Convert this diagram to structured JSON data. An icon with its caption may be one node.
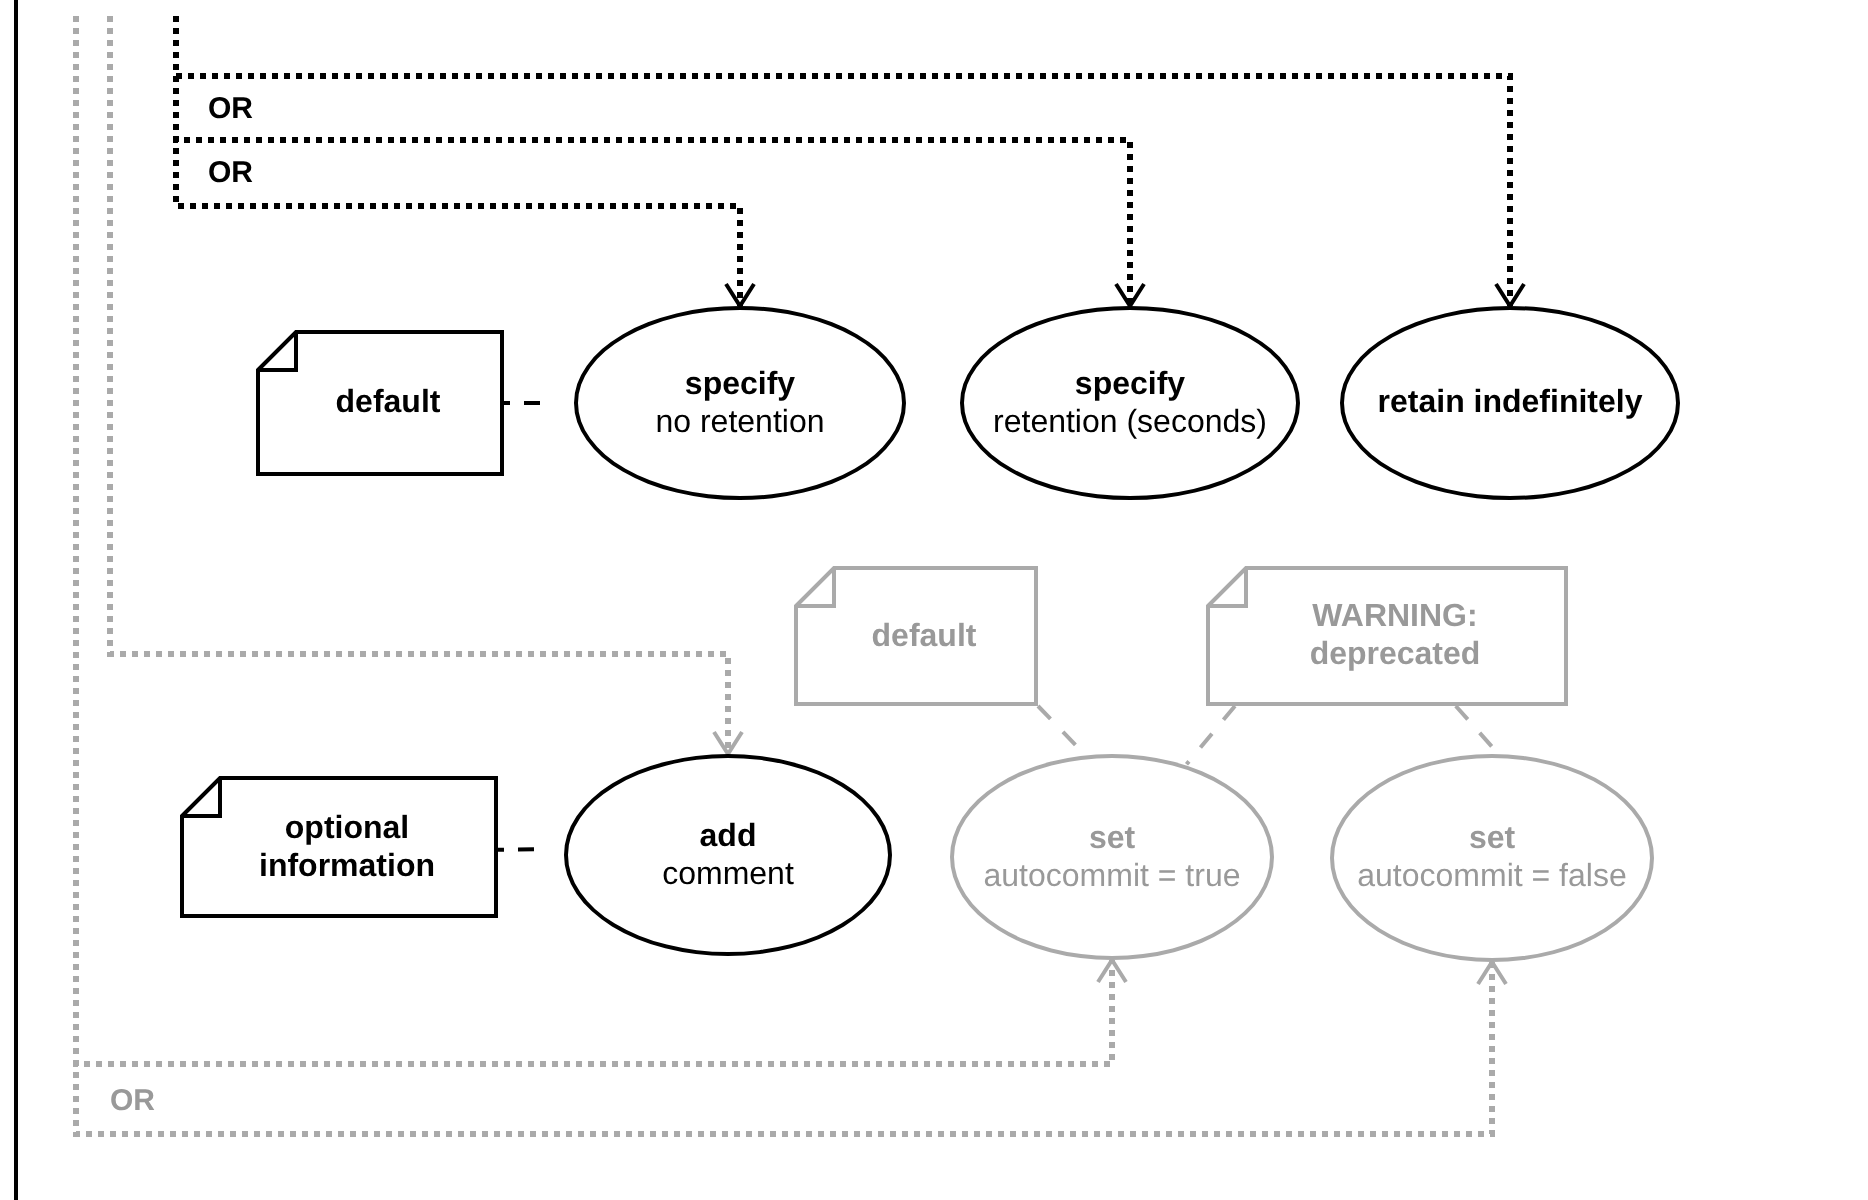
{
  "diagram": {
    "nodes": [
      {
        "text": [
          "default"
        ]
      },
      {
        "text": [
          "specify",
          "no retention"
        ]
      },
      {
        "text": [
          "specify",
          "retention (seconds)"
        ]
      },
      {
        "text": [
          "retain indefinitely"
        ]
      },
      {
        "text": [
          "default"
        ]
      },
      {
        "text": [
          "WARNING: deprecated"
        ]
      },
      {
        "text": [
          "optional information"
        ]
      },
      {
        "text": [
          "add",
          "comment"
        ]
      },
      {
        "text": [
          "set",
          "autocommit = true"
        ]
      },
      {
        "text": [
          "set",
          "autocommit = false"
        ]
      }
    ],
    "edges": [
      {
        "from": null,
        "to": 1,
        "arrow": "to",
        "style": "dashed",
        "color": "#000000"
      },
      {
        "from": null,
        "to": 2,
        "arrow": "to",
        "style": "dashed",
        "color": "#000000"
      },
      {
        "from": null,
        "to": 3,
        "arrow": "to",
        "style": "dashed",
        "color": "#000000"
      },
      {
        "from": null,
        "to": 7,
        "arrow": "to",
        "style": "dashed"
      },
      {
        "from": null,
        "to": 8,
        "arrow": "to",
        "style": "dashed"
      },
      {
        "from": null,
        "to": 9,
        "arrow": "to",
        "style": "dashed"
      },
      {
        "from": 0,
        "to": 1,
        "arrow": "none",
        "style": "dashed",
        "color": "#000000"
      },
      {
        "from": 6,
        "to": 7,
        "arrow": "none",
        "style": "dashed",
        "color": "#000000"
      },
      {
        "from": 4,
        "to": 8,
        "arrow": "none",
        "style": "dashed"
      },
      {
        "from": 5,
        "to": 8,
        "arrow": "none",
        "style": "dashed"
      },
      {
        "from": 5,
        "to": 9,
        "arrow": "none",
        "style": "dashed"
      }
    ],
    "labels": [
      "OR",
      "OR",
      "OR"
    ]
  }
}
